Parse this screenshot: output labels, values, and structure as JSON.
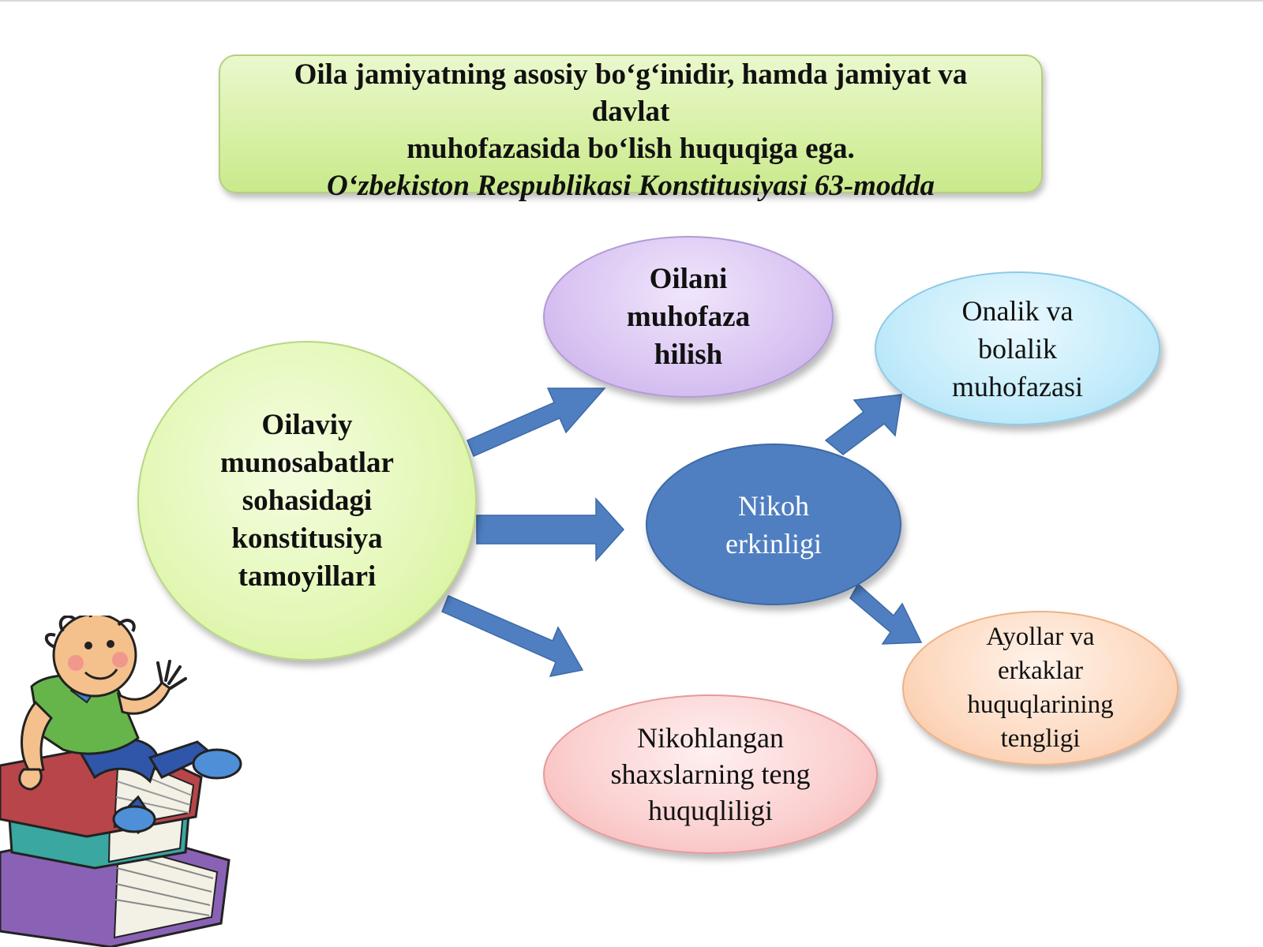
{
  "header": {
    "line1": "Oila jamiyatning asosiy bo‘g‘inidir, hamda jamiyat va",
    "line2": "davlat",
    "line3": "muhofazasida bo‘lish huquqiga ega.",
    "source": "O‘zbekiston Respublikasi Konstitusiyasi 63-modda"
  },
  "nodes": {
    "center": "Oilaviy\nmunosabatlar\nsohasidagi\nkonstitusiya\ntamoyillari",
    "top": "Oilani\nmuhofaza\nhilish",
    "onalik": "Onalik va\nbolalik\nmuhofazasi",
    "nikoh": "Nikoh\nerkinligi",
    "ayollar": "Ayollar va\nerkaklar\nhuquqlarining\ntengligi",
    "nikohlangan": "Nikohlangan\nshaxslarning teng\nhuquqliligi"
  },
  "colors": {
    "arrow": "#4f7fc1",
    "header_fill": "#d7f0a4",
    "center_fill": "#e4f8b8",
    "top_fill": "#d9c4f2",
    "onalik_fill": "#c4ecfb",
    "nikoh_fill": "#4f7fc1",
    "ayollar_fill": "#fdd9c0",
    "nikohlangan_fill": "#fbcfcf"
  },
  "decorations": {
    "illustration": "cartoon-boy-on-books"
  }
}
